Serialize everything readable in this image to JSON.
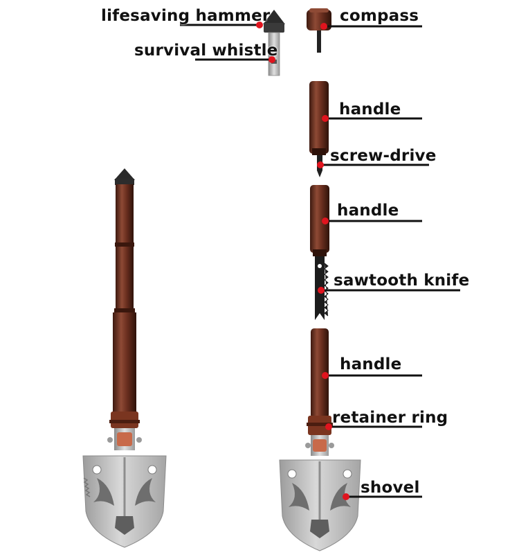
{
  "colors": {
    "handle": "#6b2f1f",
    "handle_dark": "#3e1a10",
    "handle_light": "#8e4a35",
    "steel": "#bdbdbd",
    "steel_dark": "#7d7d7d",
    "marker": "#e0141e",
    "leader": "#111111"
  },
  "labels": {
    "lifesaving_hammer": "lifesaving hammer",
    "survival_whistle": "survival whistle",
    "compass": "compass",
    "handle_1": "handle",
    "screw_drive": "screw-drive",
    "handle_2": "handle",
    "sawtooth_knife": "sawtooth knife",
    "handle_3": "handle",
    "retainer_ring": "retainer ring",
    "shovel": "shovel"
  }
}
